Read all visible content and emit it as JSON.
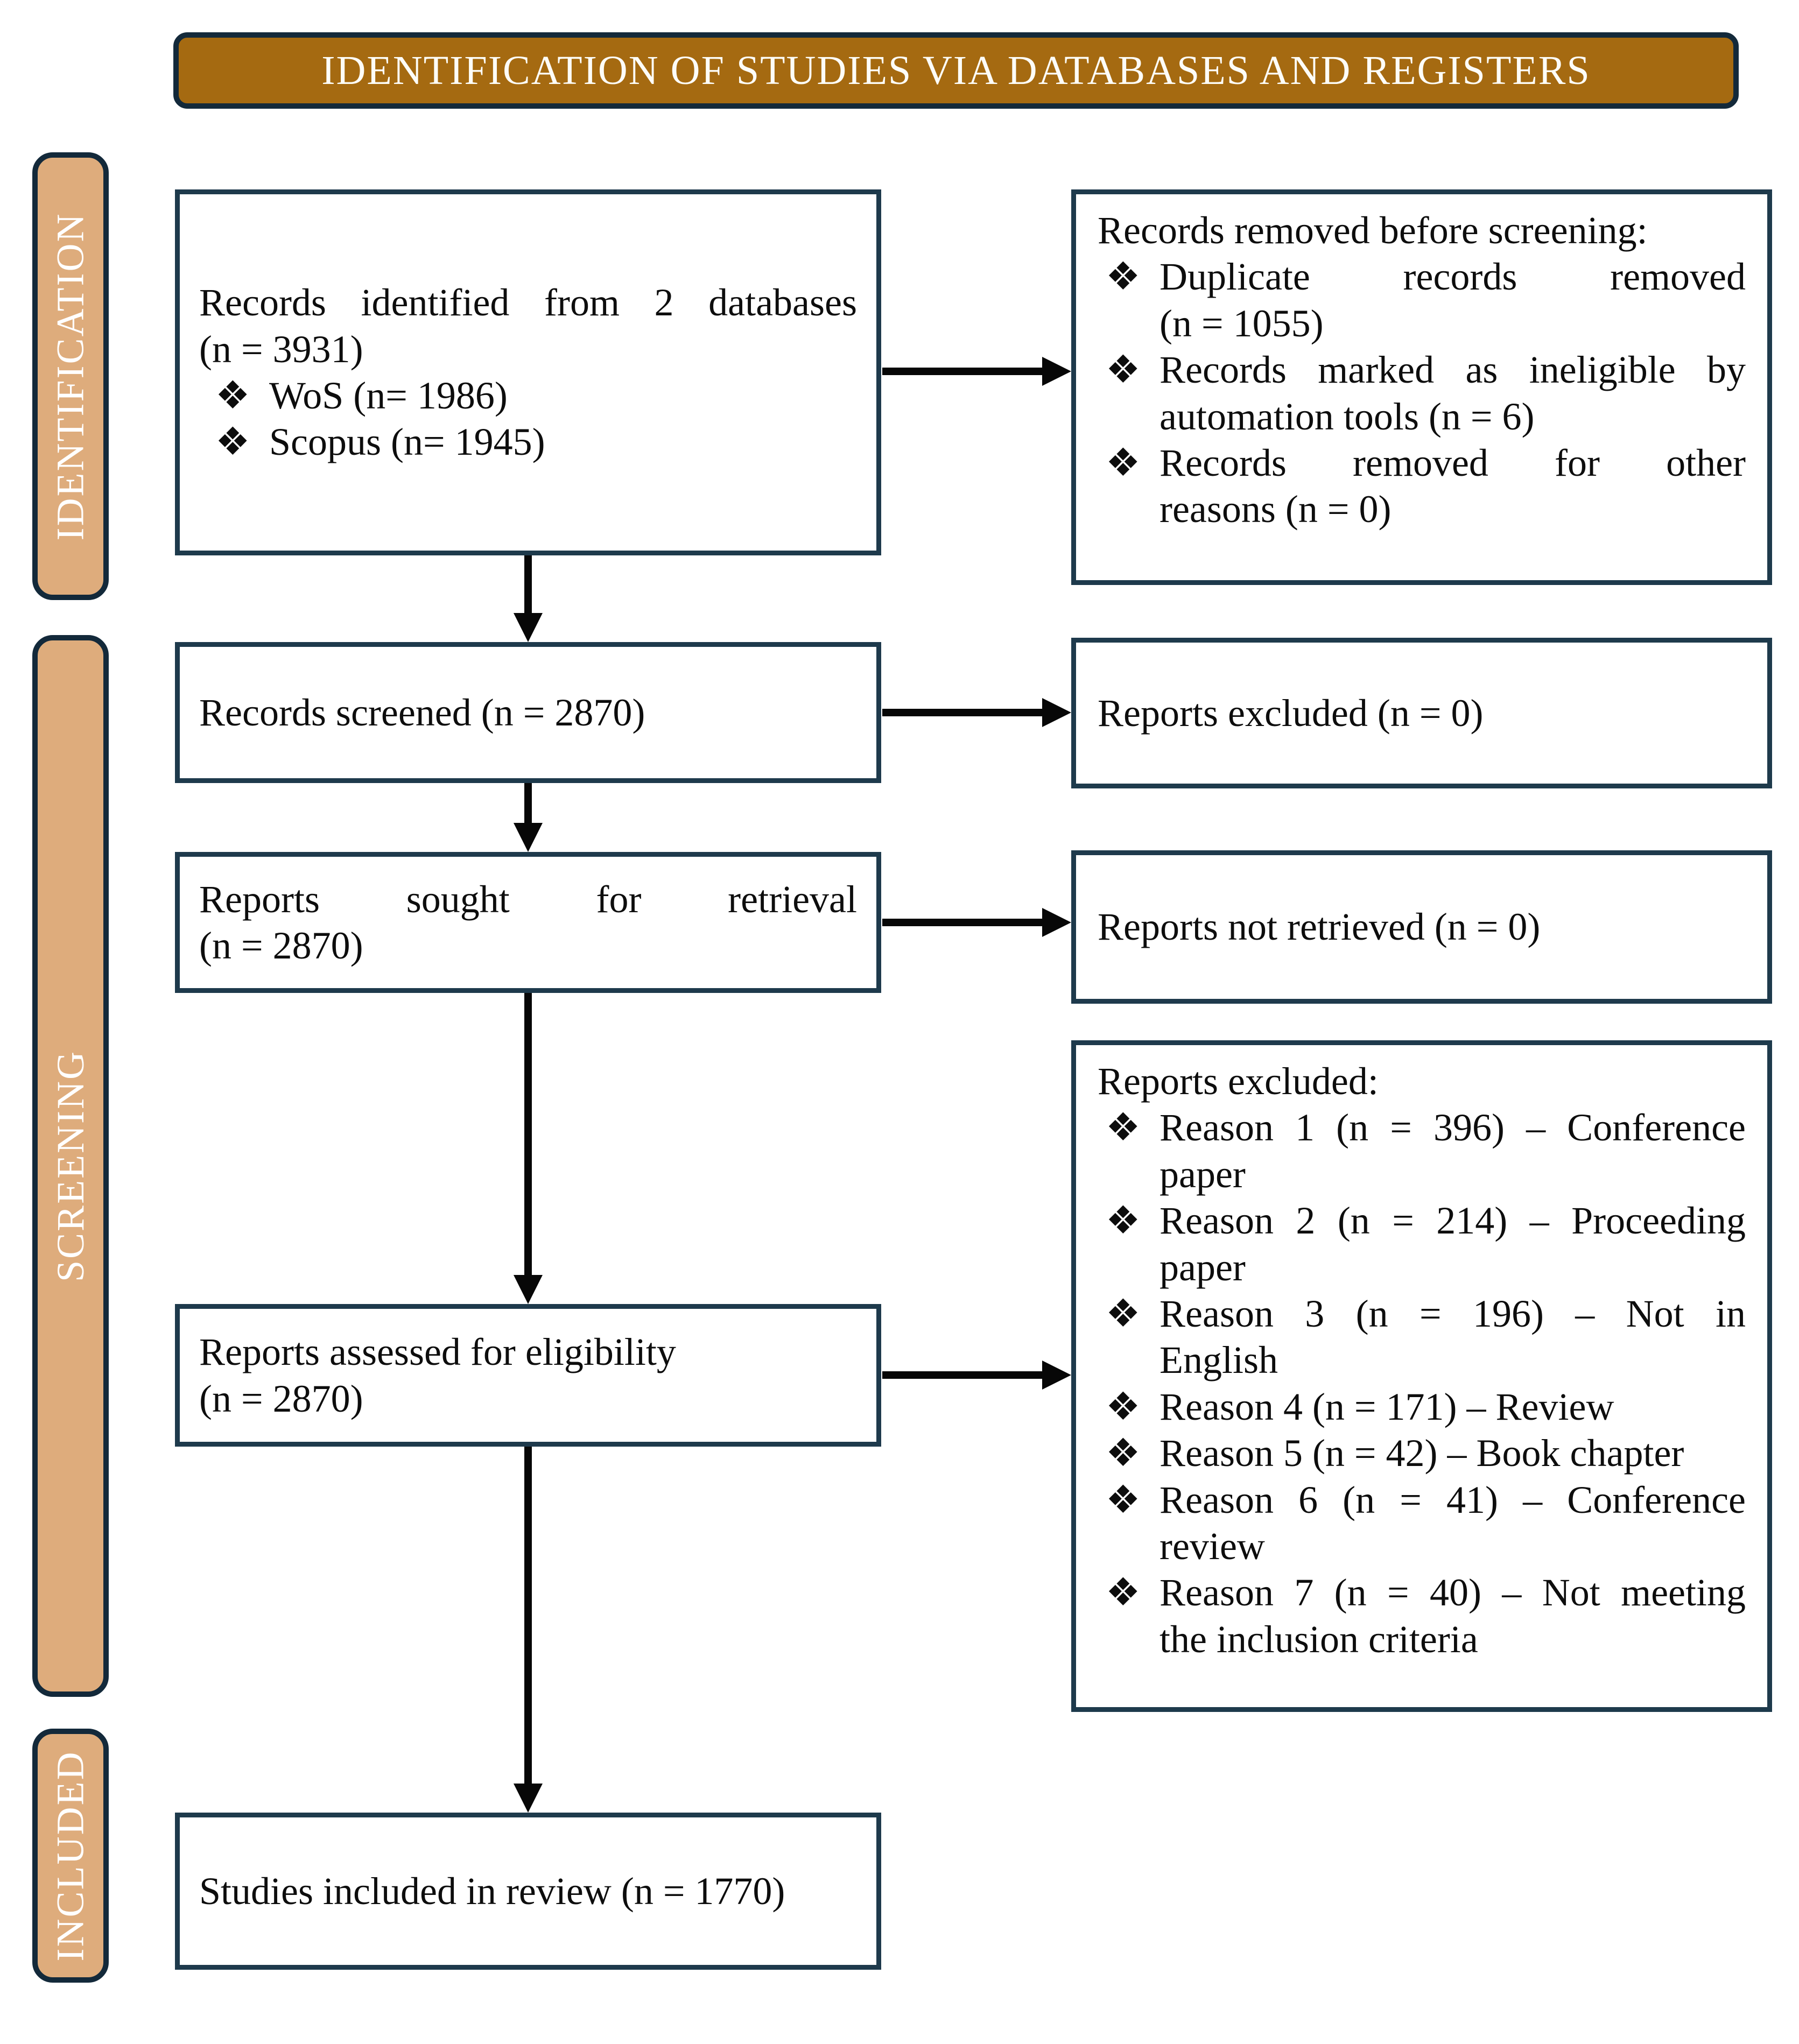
{
  "title": "IDENTIFICATION OF STUDIES VIA DATABASES AND REGISTERS",
  "bullet_glyph": "❖",
  "sidebar": {
    "identification": "IDENTIFICATION",
    "screening": "SCREENING",
    "included": "INCLUDED"
  },
  "colors": {
    "banner_fill": "#a56a11",
    "banner_border": "#13293a",
    "stage_fill": "#deac7c",
    "stage_border": "#13293a",
    "box_border": "#1e3a4c",
    "arrow": "#070707",
    "text": "#0d0d0d",
    "background": "#ffffff"
  },
  "boxes": {
    "identified": {
      "lines": [
        "Records identified from 2 databases",
        "(n = 3931)"
      ],
      "items": [
        "WoS (n= 1986)",
        "Scopus (n= 1945)"
      ]
    },
    "removed": {
      "title": "Records removed before screening:",
      "items": [
        {
          "lines": [
            "Duplicate records removed",
            "(n = 1055)"
          ]
        },
        {
          "lines": [
            "Records marked as ineligible by",
            "automation tools (n = 6)"
          ]
        },
        {
          "lines": [
            "Records removed for other",
            "reasons (n = 0)"
          ]
        }
      ]
    },
    "screened": {
      "text": "Records screened (n = 2870)"
    },
    "reports_excluded": {
      "text": "Reports excluded (n = 0)"
    },
    "sought": {
      "lines": [
        "Reports sought for retrieval",
        "(n = 2870)"
      ]
    },
    "not_retrieved": {
      "text": "Reports not retrieved (n = 0)"
    },
    "assessed": {
      "lines": [
        "Reports assessed for eligibility",
        "(n = 2870)"
      ]
    },
    "excluded_reasons": {
      "title": "Reports excluded:",
      "items": [
        {
          "lines": [
            "Reason 1 (n = 396) – Conference",
            "paper"
          ]
        },
        {
          "lines": [
            "Reason 2 (n = 214) – Proceeding",
            "paper"
          ]
        },
        {
          "lines": [
            "Reason 3 (n = 196) – Not in",
            "English"
          ]
        },
        {
          "lines": [
            "Reason 4 (n = 171) – Review"
          ]
        },
        {
          "lines": [
            "Reason 5 (n = 42) – Book chapter"
          ]
        },
        {
          "lines": [
            "Reason 6 (n = 41) – Conference",
            "review"
          ]
        },
        {
          "lines": [
            "Reason 7 (n = 40) – Not meeting",
            "the inclusion criteria"
          ]
        }
      ]
    },
    "included": {
      "text": "Studies included in review (n = 1770)"
    }
  }
}
